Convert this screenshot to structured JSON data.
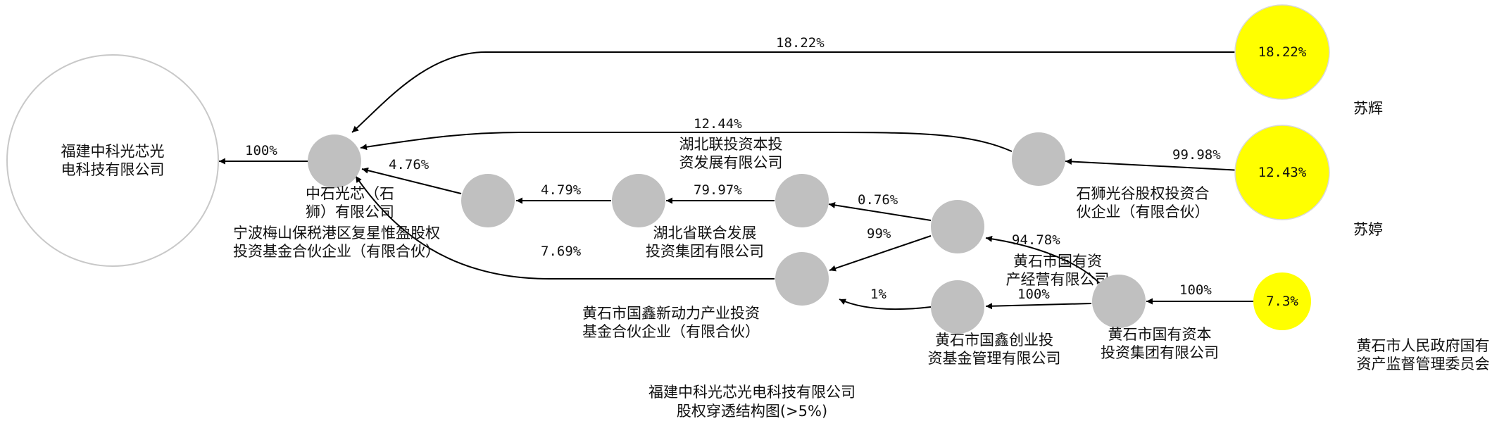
{
  "diagram": {
    "title_lines": [
      "福建中科光芯光电科技有限公司",
      "股权穿透结构图(>5%)"
    ],
    "colors": {
      "node_gray": "#c0c0c0",
      "person_yellow": "#ffff00",
      "main_border": "#c8c8c8",
      "edge": "#000000"
    },
    "nodes": {
      "main": {
        "lines": [
          "福建中科光芯光",
          "电科技有限公司"
        ]
      },
      "zhongshi": {
        "lines": [
          "中石光芯（石",
          "狮）有限公司"
        ]
      },
      "ningbo": {
        "lines": [
          "宁波梅山保税港区复星惟盈股权",
          "投资基金合伙企业（有限合伙）"
        ]
      },
      "hubei_group": {
        "lines": [
          "湖北省联合发展",
          "投资集团有限公司"
        ]
      },
      "hubei_lian": {
        "lines": [
          "湖北联投资本投",
          "资发展有限公司"
        ]
      },
      "shishi": {
        "lines": [
          "石狮光谷股权投资合",
          "伙企业（有限合伙）"
        ]
      },
      "hs_operate": {
        "lines": [
          "黄石市国有资",
          "产经营有限公司"
        ]
      },
      "hs_newpower": {
        "lines": [
          "黄石市国鑫新动力产业投资",
          "基金合伙企业（有限合伙）"
        ]
      },
      "hs_chuangye": {
        "lines": [
          "黄石市国鑫创业投",
          "资基金管理有限公司"
        ]
      },
      "hs_capital": {
        "lines": [
          "黄石市国有资本",
          "投资集团有限公司"
        ]
      },
      "su_hui": {
        "pct": "18.22%",
        "name": "苏辉"
      },
      "su_ting": {
        "pct": "12.43%",
        "name": "苏婷"
      },
      "hs_gov": {
        "pct": "7.3%",
        "lines": [
          "黄石市人民政府国有",
          "资产监督管理委员会"
        ]
      }
    },
    "edges": [
      {
        "id": "zhongshi-main",
        "label": "100%"
      },
      {
        "id": "suhui-zhongshi",
        "label": "18.22%"
      },
      {
        "id": "shishi-zhongshi",
        "label": "12.44%"
      },
      {
        "id": "ningbo-zhongshi",
        "label": "4.76%"
      },
      {
        "id": "hsnewpower-zhongshi",
        "label": "7.69%"
      },
      {
        "id": "hubeigroup-ningbo",
        "label": "4.79%"
      },
      {
        "id": "hubeilian-hubeigroup",
        "label": "79.97%"
      },
      {
        "id": "sut-shishi",
        "label": "99.98%"
      },
      {
        "id": "hsop-hubeilian",
        "label": "0.76%"
      },
      {
        "id": "hsop-newpower",
        "label": "99%"
      },
      {
        "id": "hscap-hsop",
        "label": "94.78%"
      },
      {
        "id": "hschuang-newpower",
        "label": "1%"
      },
      {
        "id": "hscap-hschuang",
        "label": "100%"
      },
      {
        "id": "gov-hscap",
        "label": "100%"
      }
    ]
  }
}
